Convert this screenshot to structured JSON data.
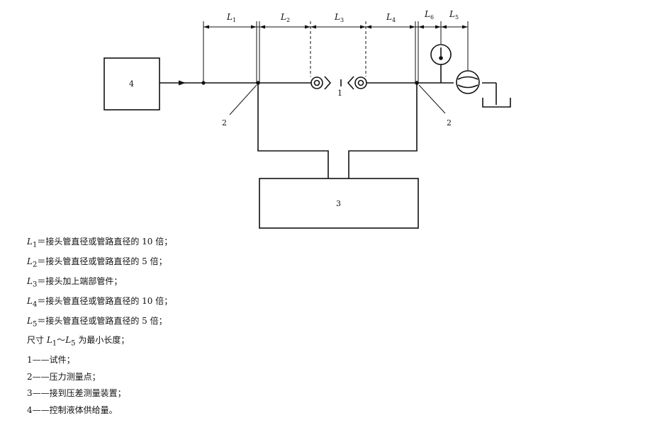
{
  "diagram": {
    "boxes": [
      {
        "id": "4",
        "label": "4"
      },
      {
        "id": "3",
        "label": "3"
      }
    ],
    "callouts": {
      "specimen": "1",
      "pressure_point_left": "2",
      "pressure_point_right": "2"
    },
    "dimensions": [
      {
        "letter": "L",
        "sub": "1"
      },
      {
        "letter": "L",
        "sub": "2"
      },
      {
        "letter": "L",
        "sub": "3"
      },
      {
        "letter": "L",
        "sub": "4"
      },
      {
        "letter": "L",
        "sub": "6"
      },
      {
        "letter": "L",
        "sub": "5"
      }
    ]
  },
  "legend": [
    {
      "sym": "L",
      "sub": "1",
      "text": "＝接头管直径或管路直径的 10 倍；"
    },
    {
      "sym": "L",
      "sub": "2",
      "text": "＝接头管直径或管路直径的 5 倍；"
    },
    {
      "sym": "L",
      "sub": "3",
      "text": "＝接头加上端部管件；"
    },
    {
      "sym": "L",
      "sub": "4",
      "text": "＝接头管直径或管路直径的 10 倍；"
    },
    {
      "sym": "L",
      "sub": "5",
      "text": "＝接头管直径或管路直径的 5 倍；"
    },
    {
      "pre": "尺寸 ",
      "sym": "L",
      "sub": "1",
      "mid": "～",
      "sym2": "L",
      "sub2": "5",
      "text": " 为最小长度；"
    },
    {
      "text": "1——试件；"
    },
    {
      "text": "2——压力测量点；"
    },
    {
      "text": "3——接到压差测量装置；"
    },
    {
      "text": "4——控制液体供给量。"
    }
  ]
}
